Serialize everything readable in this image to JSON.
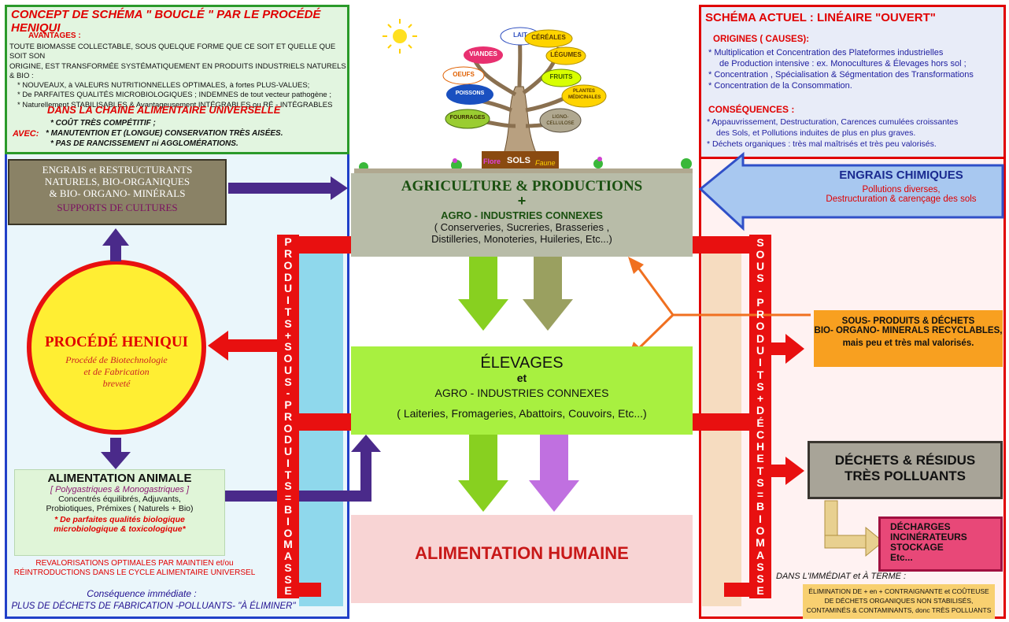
{
  "left_panel": {
    "title": "CONCEPT DE SCHÉMA \" BOUCLÉ \" PAR LE PROCÉDÉ HENIQUI",
    "avantages_heading": "AVANTAGES :",
    "avantages_lines": [
      "TOUTE BIOMASSE COLLECTABLE, SOUS QUELQUE FORME QUE CE SOIT ET QUELLE QUE SOIT SON",
      "ORIGINE, EST TRANSFORMÉE SYSTÉMATIQUEMENT EN PRODUITS INDUSTRIELS NATURELS & BIO :",
      "* NOUVEAUX, à VALEURS NUTRITIONNELLES OPTIMALES, à fortes PLUS-VALUES;",
      "* De PARFAITES QUALITÉS MICROBIOLOGIQUES ; INDEMNES de tout vecteur pathogène ;",
      "* Naturellement STABILISABLES & Avantageusement INTÉGRABLES ou RÉ - INTÉGRABLES"
    ],
    "chain_heading": "DANS LA CHAÎNE ALIMENTAIRE UNIVERSELLE",
    "avec_label": "AVEC:",
    "avec_lines": [
      "* COÛT TRÈS COMPÉTITIF ;",
      "* MANUTENTION ET (LONGUE) CONSERVATION TRÈS AISÉES.",
      "* PAS DE RANCISSEMENT ni AGGLOMÉRATIONS."
    ]
  },
  "engrais_box": {
    "lines": [
      "ENGRAIS et RESTRUCTURANTS",
      "NATURELS, BIO-ORGANIQUES",
      "& BIO- ORGANO- MINÉRALS"
    ],
    "supports": "SUPPORTS DE CULTURES"
  },
  "procede": {
    "title": "PROCÉDÉ HENIQUI",
    "lines": [
      "Procédé de Biotechnologie",
      "et de Fabrication",
      "breveté"
    ]
  },
  "alimentation_animale": {
    "title": "ALIMENTATION ANIMALE",
    "subtitle": "[ Polygastriques & Monogastriques ]",
    "lines": [
      "Concentrés équilibrés, Adjuvants,",
      "Probiotiques, Prémixes ( Naturels + Bio)"
    ],
    "quality_lines": [
      "* De parfaites qualités biologique",
      "microbiologique & toxicologique*"
    ]
  },
  "revalorisations": [
    "REVALORISATIONS OPTIMALES PAR MAINTIEN et/ou",
    "RÉINTRODUCTIONS DANS LE CYCLE ALIMENTAIRE UNIVERSEL"
  ],
  "consequence": {
    "heading": "Conséquence immédiate :",
    "text": "PLUS DE DÉCHETS DE FABRICATION -POLLUANTS- \"À ÉLIMINER\""
  },
  "vertical_left": [
    "P",
    "R",
    "O",
    "D",
    "U",
    "I",
    "T",
    "S",
    "+",
    "S",
    "O",
    "U",
    "S",
    "-",
    "P",
    "R",
    "O",
    "D",
    "U",
    "I",
    "T",
    "S",
    "=",
    "B",
    "I",
    "O",
    "M",
    "A",
    "S",
    "S",
    "E"
  ],
  "vertical_right": [
    "S",
    "O",
    "U",
    "S",
    "-",
    "P",
    "R",
    "O",
    "D",
    "U",
    "I",
    "T",
    "S",
    "+",
    "D",
    "É",
    "C",
    "H",
    "E",
    "T",
    "S",
    "=",
    "B",
    "I",
    "O",
    "M",
    "A",
    "S",
    "S",
    "E"
  ],
  "tree": {
    "labels": [
      "LAIT",
      "CÉRÉALES",
      "VIANDES",
      "LÉGUMES",
      "OEUFS",
      "FRUITS",
      "POISSONS",
      "PLANTES MÉDICINALES",
      "FOURRAGES",
      "LIGNO-CELLULOSE"
    ],
    "base": [
      "Flore",
      "SOLS",
      "Faune"
    ]
  },
  "agriculture": {
    "title": "AGRICULTURE & PRODUCTIONS",
    "plus": "+",
    "subtitle": "AGRO - INDUSTRIES CONNEXES",
    "lines": [
      "( Conserveries, Sucreries, Brasseries ,",
      "Distilleries, Monoteries, Huileries, Etc...)"
    ]
  },
  "elevages": {
    "title": "ÉLEVAGES",
    "et": "et",
    "subtitle": "AGRO - INDUSTRIES CONNEXES",
    "line": "( Laiteries, Fromageries, Abattoirs, Couvoirs, Etc...)"
  },
  "alimentation_humaine": "ALIMENTATION HUMAINE",
  "right_panel": {
    "title": "SCHÉMA ACTUEL : LINÉAIRE \"OUVERT\"",
    "origines_heading": "ORIGINES ( CAUSES):",
    "origines_lines": [
      "* Multiplication et Concentration des Plateformes industrielles",
      "de Production intensive : ex. Monocultures & Élevages hors sol ;",
      "* Concentration , Spécialisation & Ségmentation des Transformations",
      "* Concentration de la Consommation."
    ],
    "consequences_heading": "CONSÉQUENCES :",
    "consequences_lines": [
      "* Appauvrissement, Destructuration, Carences cumulées croissantes",
      "des Sols, et Pollutions induites de plus en plus graves.",
      "* Déchets organiques : très mal maîtrisés et très peu valorisés."
    ]
  },
  "engrais_chimiques": {
    "title": "ENGRAIS CHIMIQUES",
    "lines": [
      "Pollutions diverses,",
      "Destructuration & carençage des sols"
    ]
  },
  "sous_produits": {
    "lines": [
      "SOUS- PRODUITS & DÉCHETS",
      "BIO- ORGANO- MINERALS RECYCLABLES,"
    ],
    "note": "mais peu et très mal valorisés."
  },
  "dechets_residus": [
    "DÉCHETS & RÉSIDUS",
    "TRÈS POLLUANTS"
  ],
  "decharges": [
    "DÉCHARGES",
    "INCINÉRATEURS",
    "STOCKAGE",
    "Etc..."
  ],
  "terme": {
    "heading": "DANS L'IMMÉDIAT et À TERME :",
    "lines": [
      "ÉLIMINATION DE + en + CONTRAIGNANTE et COÛTEUSE",
      "DE DÉCHETS ORGANIQUES NON STABILISÉS,",
      "CONTAMINÉS & CONTAMINANTS, donc TRÈS POLLUANTS"
    ]
  }
}
